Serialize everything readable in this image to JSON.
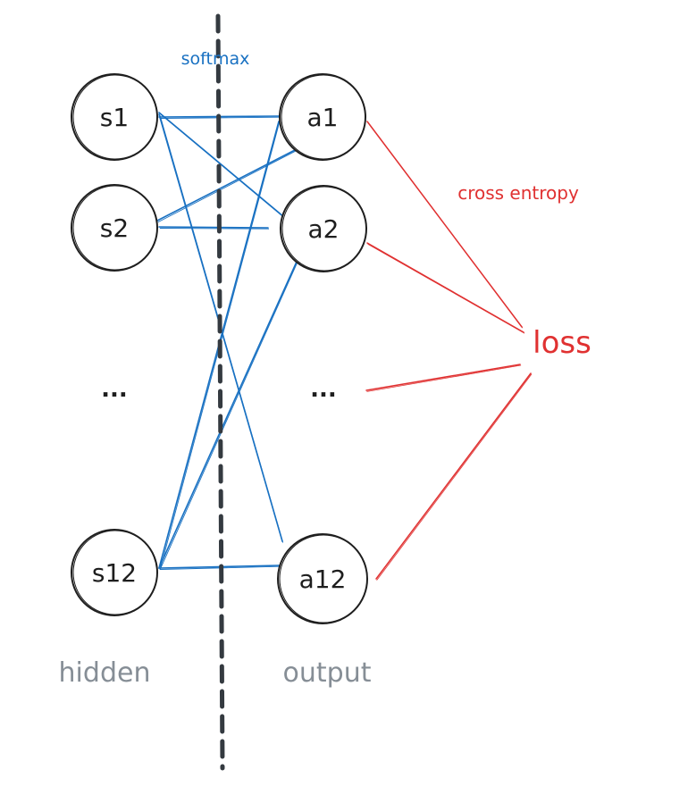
{
  "labels": {
    "softmax": "softmax",
    "cross_entropy": "cross entropy",
    "loss": "loss",
    "hidden": "hidden",
    "output": "output",
    "hidden_ellipsis": "...",
    "output_ellipsis": "..."
  },
  "hidden_nodes": [
    {
      "id": "s1",
      "label": "s1"
    },
    {
      "id": "s2",
      "label": "s2"
    },
    {
      "id": "s12",
      "label": "s12"
    }
  ],
  "output_nodes": [
    {
      "id": "a1",
      "label": "a1"
    },
    {
      "id": "a2",
      "label": "a2"
    },
    {
      "id": "a12",
      "label": "a12"
    }
  ],
  "connections": [
    {
      "from": "s1",
      "to": "a1"
    },
    {
      "from": "s1",
      "to": "a2"
    },
    {
      "from": "s1",
      "to": "a12"
    },
    {
      "from": "s2",
      "to": "a1"
    },
    {
      "from": "s2",
      "to": "a2"
    },
    {
      "from": "s12",
      "to": "a1"
    },
    {
      "from": "s12",
      "to": "a2"
    },
    {
      "from": "s12",
      "to": "a12"
    }
  ],
  "loss_connections": [
    "a1",
    "a2",
    "output_ellipsis",
    "a12"
  ],
  "colors": {
    "node_stroke": "#1e1e1e",
    "connection": "#1971c2",
    "loss": "#e03131",
    "muted": "#868e96",
    "divider": "#343a40"
  }
}
